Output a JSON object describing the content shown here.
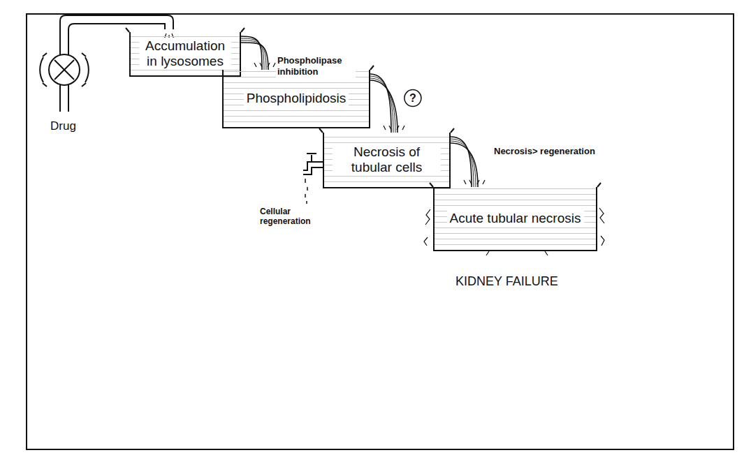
{
  "diagram": {
    "nodes": [
      {
        "text": [
          "Accumulation in lysosomes"
        ]
      },
      {
        "text": [
          "Phospholipidosis"
        ]
      },
      {
        "text": [
          "Necrosis of tubular cells"
        ]
      },
      {
        "text": [
          "Acute tubular necrosis"
        ]
      }
    ],
    "edges": [
      {
        "from": 0,
        "to": 1,
        "arrow": "none",
        "label": "Phospholipase inhibition"
      },
      {
        "from": 1,
        "to": 2,
        "arrow": "none",
        "label": "?"
      },
      {
        "from": 2,
        "to": 3,
        "arrow": "none",
        "label": "Necrosis> regeneration"
      }
    ],
    "labels": [
      "Drug",
      "Cellular regeneration",
      "KIDNEY FAILURE"
    ]
  }
}
